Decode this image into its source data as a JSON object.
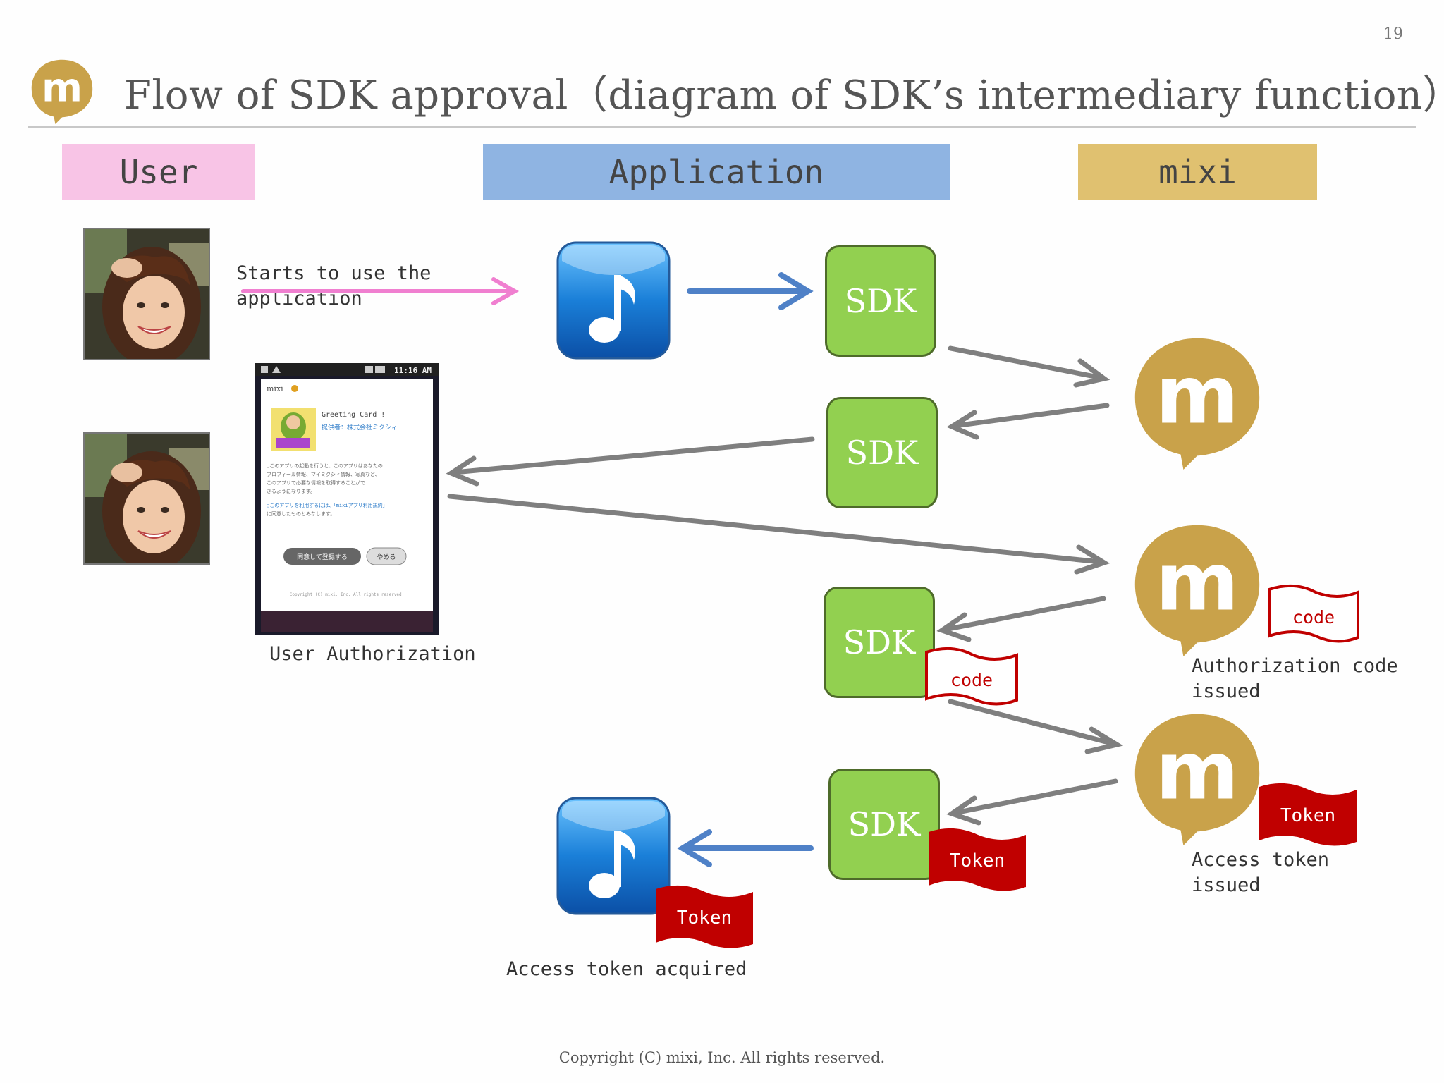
{
  "page_number": "19",
  "title": "Flow of SDK approval（diagram of SDK’s intermediary function）",
  "lanes": {
    "user": "User",
    "application": "Application",
    "mixi": "mixi"
  },
  "labels": {
    "starts": [
      "Starts to use the",
      "application"
    ],
    "user_authorization": "User Authorization",
    "auth_code_issued": [
      "Authorization code",
      "issued"
    ],
    "access_token_issued": [
      "Access token",
      "issued"
    ],
    "access_token_acquired": "Access token acquired"
  },
  "sdk_label": "SDK",
  "code_label": "code",
  "token_label": "Token",
  "logo_letter": "m",
  "phone": {
    "status_time": "11:16 AM",
    "brand": "mixi",
    "card_title": "Greeting Card !",
    "card_sub": "提供者：株式会社ミクシィ",
    "body_lines": [
      "○このアプリの起動を行うと、このアプリはあなたの",
      "プロフィール情報、マイミクシィ情報、写真など、",
      "このアプリで必要な情報を取得することがで",
      "きるようになります。",
      "○このアプリを利用するには、「mixiアプリ利用規約」",
      "に同意したものとみなします。"
    ],
    "approve_button": "同意して登録する",
    "cancel_button": "やめる",
    "copyright": "Copyright (C) mixi, Inc. All rights reserved."
  },
  "colors": {
    "user_lane": "#f8c4e6",
    "app_lane": "#8fb4e2",
    "mixi_lane": "#e0c170",
    "sdk_green": "#92d050",
    "mixi_gold": "#c9a24a",
    "flag_red": "#c00000",
    "arrow_gray": "#7f7f7f",
    "arrow_blue": "#4f81c7",
    "arrow_pink": "#f07fd0"
  },
  "icons": {
    "app": "music-note-icon",
    "mixi": "mixi-logo-icon"
  },
  "footer": "Copyright (C) mixi, Inc. All rights reserved."
}
